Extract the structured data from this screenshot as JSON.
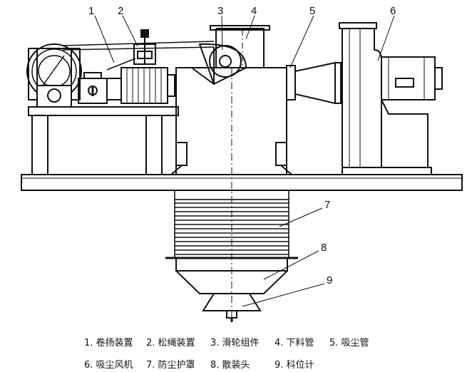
{
  "callouts": [
    "1",
    "2",
    "3",
    "4",
    "5",
    "6",
    "7",
    "8",
    "9"
  ],
  "legend": {
    "row1": [
      "1. 卷扬装置",
      "2. 松绳装置",
      "3. 滑轮组件",
      "4. 下料管",
      "5. 吸尘管"
    ],
    "row2": [
      "6. 吸尘风机",
      "7. 防尘护罩",
      "8. 散装头",
      "9. 科位计"
    ]
  }
}
